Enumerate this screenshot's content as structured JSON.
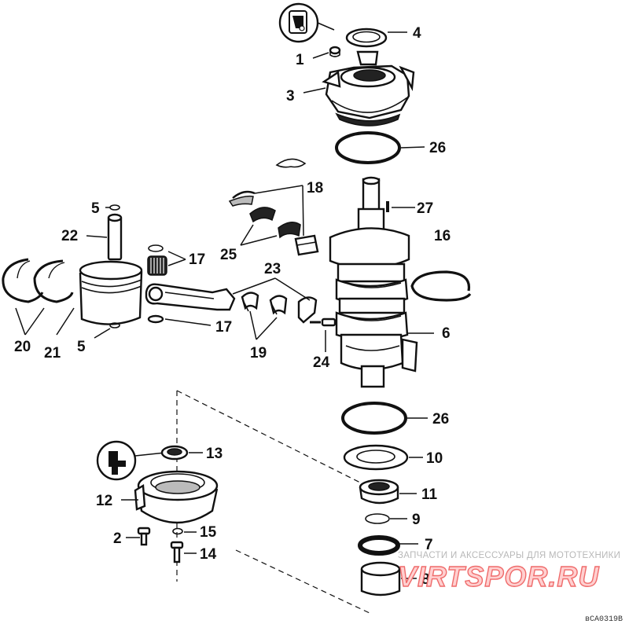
{
  "callouts": {
    "c1": "1",
    "c2": "2",
    "c3": "3",
    "c4": "4",
    "c5a": "5",
    "c5b": "5",
    "c6": "6",
    "c7": "7",
    "c8": "8",
    "c9": "9",
    "c10": "10",
    "c11": "11",
    "c12": "12",
    "c13": "13",
    "c14": "14",
    "c15": "15",
    "c16": "16",
    "c17a": "17",
    "c17b": "17",
    "c18": "18",
    "c19": "19",
    "c20": "20",
    "c21": "21",
    "c22": "22",
    "c23": "23",
    "c24": "24",
    "c25": "25",
    "c26a": "26",
    "c26b": "26",
    "c27": "27"
  },
  "watermark": {
    "tagline": "ЗАПЧАСТИ И АКСЕССУАРЫ ДЛЯ МОТОТЕХНИКИ",
    "brand": "VIRTSPOR.RU"
  },
  "drawing_code": "вCA0319B",
  "symbols": [
    "lubricant-symbol-icon",
    "sealant-symbol-icon"
  ]
}
